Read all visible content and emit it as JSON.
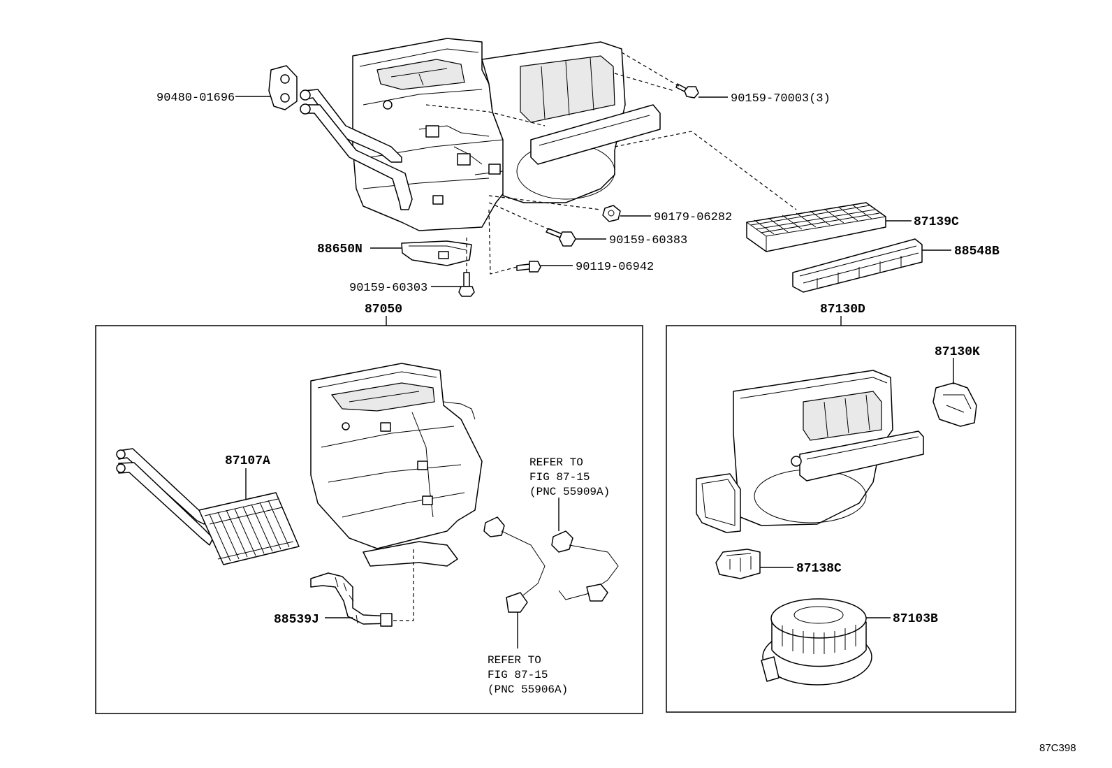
{
  "diagram": {
    "labels": {
      "p90480_01696": "90480-01696",
      "p90159_70003": "90159-70003(3)",
      "p90179_06282": "90179-06282",
      "p87139C": "87139C",
      "p90159_60383": "90159-60383",
      "p88548B": "88548B",
      "p88650N": "88650N",
      "p90119_06942": "90119-06942",
      "p90159_60303": "90159-60303",
      "p87050": "87050",
      "p87130D": "87130D",
      "p87107A": "87107A",
      "p88539J": "88539J",
      "p87130K": "87130K",
      "p87138C": "87138C",
      "p87103B": "87103B"
    },
    "refs": {
      "ref1_line1": "REFER TO",
      "ref1_line2": "FIG 87-15",
      "ref1_line3": "(PNC 55909A)",
      "ref2_line1": "REFER TO",
      "ref2_line2": "FIG 87-15",
      "ref2_line3": "(PNC 55906A)"
    },
    "figure_id": "87C398"
  }
}
